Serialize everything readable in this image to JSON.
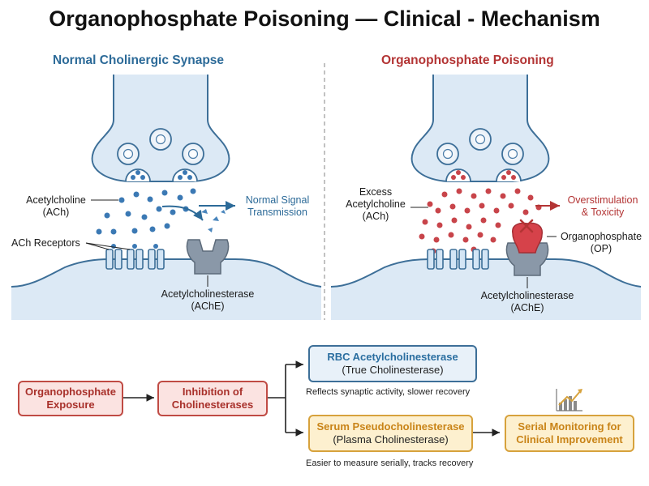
{
  "title": "Organophosphate Poisoning — Clinical - Mechanism",
  "normal": {
    "heading": "Normal Cholinergic Synapse",
    "ach_label": "Acetylcholine\n(ACh)",
    "signal_label": "Normal Signal\nTransmission",
    "receptors_label": "ACh Receptors",
    "ache_label": "Acetylcholinesterase\n(AChE)"
  },
  "poison": {
    "heading": "Organophosphate Poisoning",
    "ach_label": "Excess\nAcetylcholine\n(ACh)",
    "effect_label": "Overstimulation\n& Toxicity",
    "op_label": "Organophosphate\n(OP)",
    "ache_label": "Acetylcholinesterase\n(AChE)"
  },
  "flow": {
    "exposure": "Organophosphate\nExposure",
    "inhibition": "Inhibition of\nCholinesterases",
    "rbc_title": "RBC Acetylcholinesterase",
    "rbc_sub": "(True Cholinesterase)",
    "rbc_note": "Reflects synaptic activity, slower recovery",
    "serum_title": "Serum Pseudocholinesterase",
    "serum_sub": "(Plasma Cholinesterase)",
    "serum_note": "Easier to measure serially, tracks recovery",
    "monitor": "Serial Monitoring for\nClinical Improvement"
  },
  "colors": {
    "accent_blue": "#2c6a98",
    "accent_red": "#b33434",
    "membrane": "#3d6f98",
    "cell_fill": "#dce9f5",
    "ach_blue": "#3b79b4",
    "ach_red": "#c8444a"
  },
  "icons": [
    "vesicle-icon",
    "enzyme-icon",
    "op-molecule-icon",
    "inhibition-x-icon",
    "trend-chart-icon"
  ]
}
